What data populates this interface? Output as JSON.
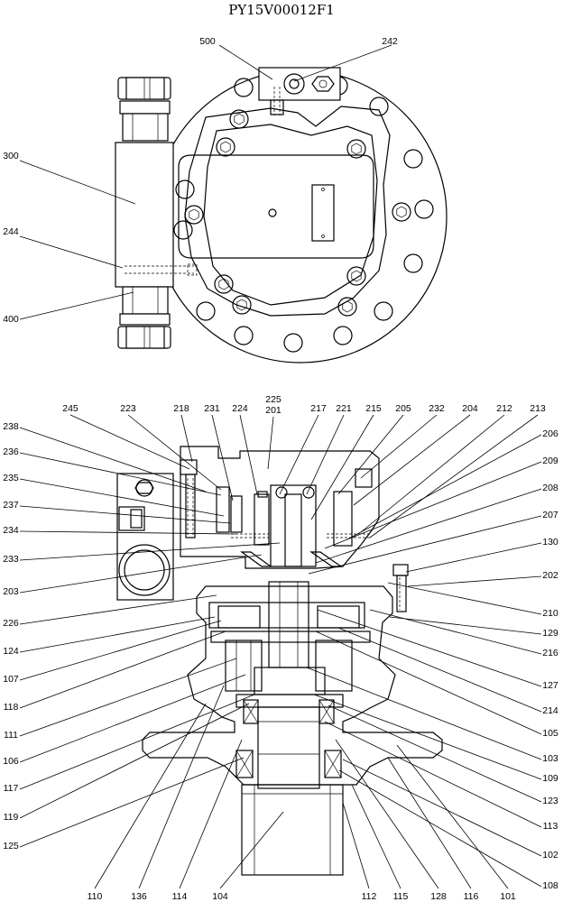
{
  "title": "PY15V00012F1",
  "top_view_labels": [
    "500",
    "242",
    "300",
    "244",
    "400"
  ],
  "section_view_labels": {
    "top_row": [
      "245",
      "223",
      "218",
      "231",
      "224",
      "225",
      "201",
      "217",
      "221",
      "215",
      "205",
      "232",
      "204",
      "212",
      "213"
    ],
    "left_column": [
      "238",
      "236",
      "235",
      "237",
      "234",
      "233",
      "203",
      "226",
      "124",
      "107",
      "118",
      "111",
      "106",
      "117",
      "119",
      "125"
    ],
    "right_column": [
      "206",
      "209",
      "208",
      "207",
      "130",
      "202",
      "210",
      "129",
      "216",
      "127",
      "214",
      "105",
      "103",
      "109",
      "123",
      "113",
      "102",
      "108"
    ],
    "bottom_row": [
      "110",
      "136",
      "114",
      "104",
      "112",
      "115",
      "128",
      "116",
      "101"
    ]
  }
}
